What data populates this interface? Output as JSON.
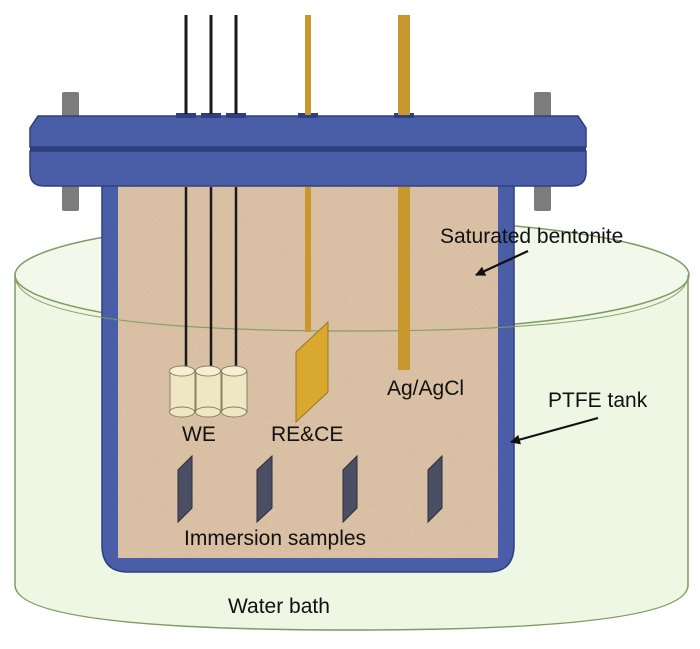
{
  "labels": {
    "saturated_bentonite": "Saturated bentonite",
    "ptfe_tank": "PTFE tank",
    "ag_agcl": "Ag/AgCl",
    "we": "WE",
    "re_ce": "RE&CE",
    "immersion_samples": "Immersion samples",
    "water_bath": "Water bath"
  },
  "colors": {
    "tank_blue": "#4a5ea8",
    "tank_outline": "#2e3f80",
    "bentonite": "#dcc2a6",
    "bath_fill": "#eef6e4",
    "bath_stroke": "#7f9b63",
    "copper": "#c8982f",
    "wire": "#1a1a1a",
    "bolt": "#7c7c7c",
    "sample": "#4a4f63",
    "cylinder": "#efe6c4"
  },
  "icons": {
    "arrows": "arrow-icon",
    "bolts": "bolt-icon"
  }
}
